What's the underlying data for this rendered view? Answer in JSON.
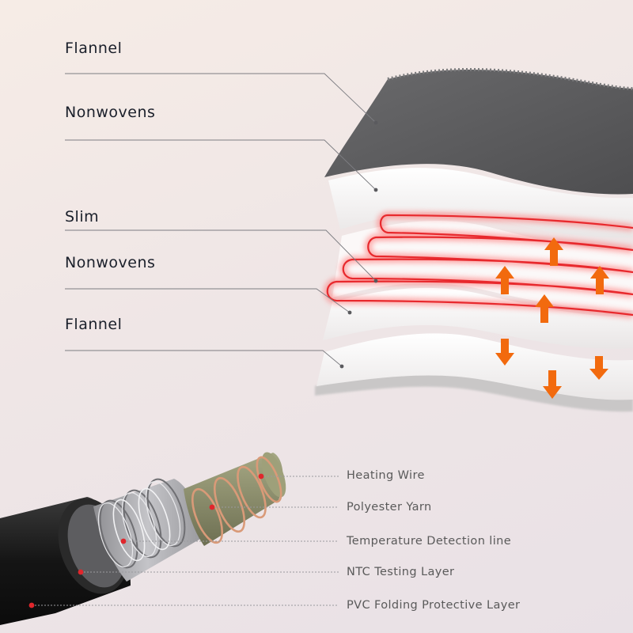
{
  "layer_labels": {
    "flannel_top": "Flannel",
    "nonwovens_top": "Nonwovens",
    "slim": "Slim",
    "nonwovens_bottom": "Nonwovens",
    "flannel_bottom": "Flannel"
  },
  "wire_labels": {
    "heating_wire": "Heating Wire",
    "polyester_yarn": "Polyester Yarn",
    "temperature_detection": "Temperature Detection line",
    "ntc_layer": "NTC Testing Layer",
    "pvc_layer": "PVC Folding Protective Layer"
  },
  "colors": {
    "heating_line": "#e8292d",
    "arrow": "#f26a0e",
    "flannel": "#5c5c5e",
    "pvc": "#1b1b1b",
    "yarn": "#8a8c6a",
    "marker": "#e0262c",
    "label_text": "#1a1f2a",
    "wire_label_text": "#5a5a5a"
  }
}
